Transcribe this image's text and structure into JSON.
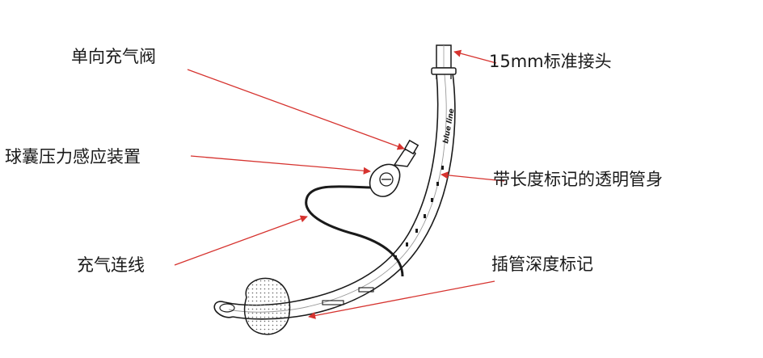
{
  "labels": {
    "inflation_valve": "单向充气阀",
    "connector": "15mm标准接头",
    "pilot_balloon": "球囊压力感应装置",
    "tube_body": "带长度标记的透明管身",
    "inflation_line": "充气连线",
    "depth_marks": "插管深度标记"
  },
  "tube_printed_text": "blue line",
  "colors": {
    "arrow": "#d6332f",
    "outline": "#1a1a1a",
    "text": "#1a1a1a"
  }
}
